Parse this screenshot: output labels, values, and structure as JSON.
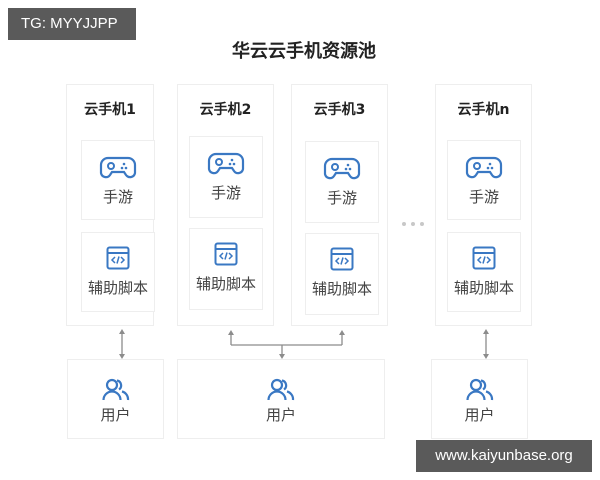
{
  "watermarks": {
    "top_left": "TG: MYYJJPP",
    "bottom_right": "www.kaiyunbase.org"
  },
  "title": "华云云手机资源池",
  "colors": {
    "icon_blue": "#3a78c3",
    "border": "#eeeeee",
    "connector": "#8c8c8c",
    "badge_bg": "#5a5a5a"
  },
  "phones": [
    {
      "name": "云手机1",
      "app": {
        "label": "手游",
        "icon": "gamepad-icon"
      },
      "script": {
        "label": "辅助脚本",
        "icon": "code-window-icon"
      }
    },
    {
      "name": "云手机2",
      "app": {
        "label": "手游",
        "icon": "gamepad-icon"
      },
      "script": {
        "label": "辅助脚本",
        "icon": "code-window-icon"
      }
    },
    {
      "name": "云手机3",
      "app": {
        "label": "手游",
        "icon": "gamepad-icon"
      },
      "script": {
        "label": "辅助脚本",
        "icon": "code-window-icon"
      }
    },
    {
      "name": "云手机n",
      "app": {
        "label": "手游",
        "icon": "gamepad-icon"
      },
      "script": {
        "label": "辅助脚本",
        "icon": "code-window-icon"
      }
    }
  ],
  "ellipsis": "...",
  "users": [
    {
      "label": "用户",
      "icon": "users-icon",
      "connects_to": [
        "云手机1"
      ]
    },
    {
      "label": "用户",
      "icon": "users-icon",
      "connects_to": [
        "云手机2",
        "云手机3"
      ]
    },
    {
      "label": "用户",
      "icon": "users-icon",
      "connects_to": [
        "云手机n"
      ]
    }
  ]
}
